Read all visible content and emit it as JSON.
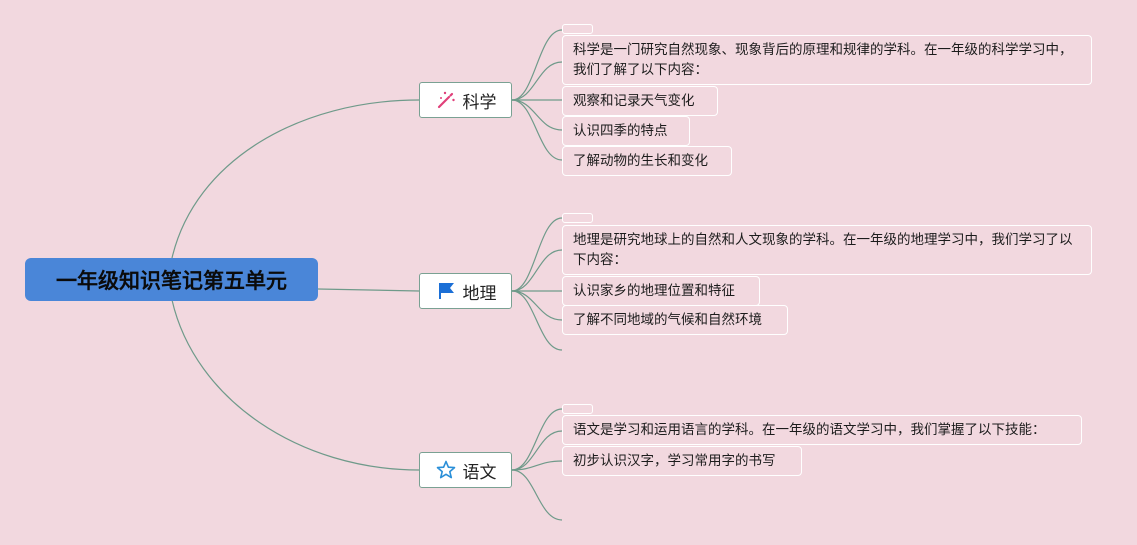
{
  "root": {
    "label": "一年级知识笔记第五单元"
  },
  "branches": [
    {
      "label": "科学",
      "icon": "magic-wand-icon",
      "icon_color": "#e0407a",
      "leaves": [
        "科学是一门研究自然现象、现象背后的原理和规律的学科。在一年级的科学学习中，我们了解了以下内容：",
        "观察和记录天气变化",
        "认识四季的特点",
        "了解动物的生长和变化"
      ]
    },
    {
      "label": "地理",
      "icon": "flag-icon",
      "icon_color": "#1b6fd6",
      "leaves": [
        "地理是研究地球上的自然和人文现象的学科。在一年级的地理学习中，我们学习了以下内容：",
        "认识家乡的地理位置和特征",
        "了解不同地域的气候和自然环境"
      ]
    },
    {
      "label": "语文",
      "icon": "star-icon",
      "icon_color": "#2a8fd8",
      "leaves": [
        "语文是学习和运用语言的学科。在一年级的语文学习中，我们掌握了以下技能：",
        "初步认识汉字，学习常用字的书写"
      ]
    }
  ],
  "colors": {
    "background": "#f2d8df",
    "root_fill": "#4a86d8",
    "connector": "#6f9a8a",
    "branch_border": "#7aa193",
    "leaf_border": "#ffffff"
  }
}
